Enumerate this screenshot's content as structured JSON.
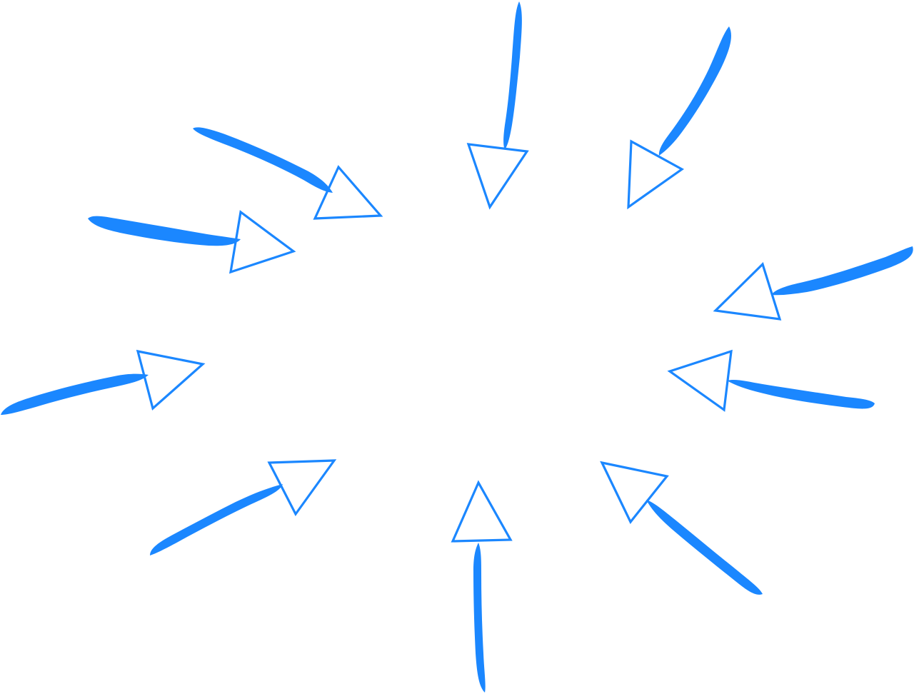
{
  "palette": {
    "arrow": "#1b87ff",
    "background": "#ffffff"
  },
  "arrows": [
    {
      "id": "top-center",
      "icon": "hand-drawn-arrow-icon",
      "points_toward": "center"
    },
    {
      "id": "top-right",
      "icon": "hand-drawn-arrow-icon",
      "points_toward": "center"
    },
    {
      "id": "right-upper",
      "icon": "hand-drawn-arrow-icon",
      "points_toward": "center"
    },
    {
      "id": "right-middle",
      "icon": "hand-drawn-arrow-icon",
      "points_toward": "center"
    },
    {
      "id": "bottom-right",
      "icon": "hand-drawn-arrow-icon",
      "points_toward": "center"
    },
    {
      "id": "bottom-center",
      "icon": "hand-drawn-arrow-icon",
      "points_toward": "center"
    },
    {
      "id": "bottom-left",
      "icon": "hand-drawn-arrow-icon",
      "points_toward": "center"
    },
    {
      "id": "left-lower",
      "icon": "hand-drawn-arrow-icon",
      "points_toward": "center"
    },
    {
      "id": "left-upper",
      "icon": "hand-drawn-arrow-icon",
      "points_toward": "center"
    },
    {
      "id": "top-left",
      "icon": "hand-drawn-arrow-icon",
      "points_toward": "center"
    }
  ]
}
